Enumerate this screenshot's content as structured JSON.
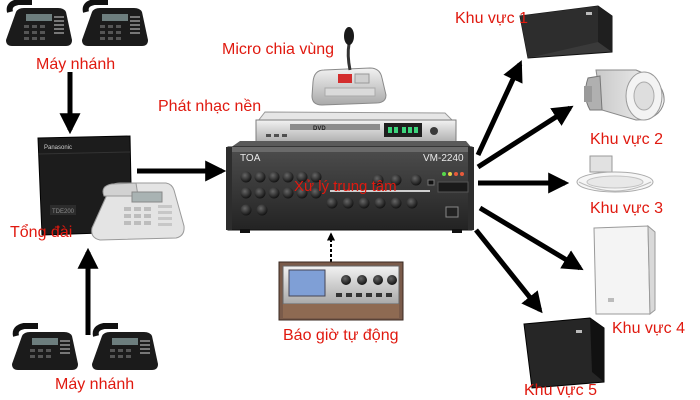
{
  "labels": {
    "extension_top": "Máy nhánh",
    "extension_bottom": "Máy nhánh",
    "pbx": "Tổng đài",
    "paging_mic": "Micro chia vùng",
    "background_music": "Phát nhạc nền",
    "central_processing": "Xử lý trung tâm",
    "auto_bell": "Báo giờ tự động",
    "zone_1": "Khu vực 1",
    "zone_2": "Khu vực 2",
    "zone_3": "Khu vực 3",
    "zone_4": "Khu vực 4",
    "zone_5": "Khu vực 5"
  },
  "device_text": {
    "amp_brand": "TOA",
    "amp_model": "VM-2240",
    "dvd_logo": "DVD",
    "pbx_brand": "Panasonic",
    "pbx_model": "TDE200"
  },
  "colors": {
    "label_red": "#e0190f",
    "arrow": "#000000"
  }
}
